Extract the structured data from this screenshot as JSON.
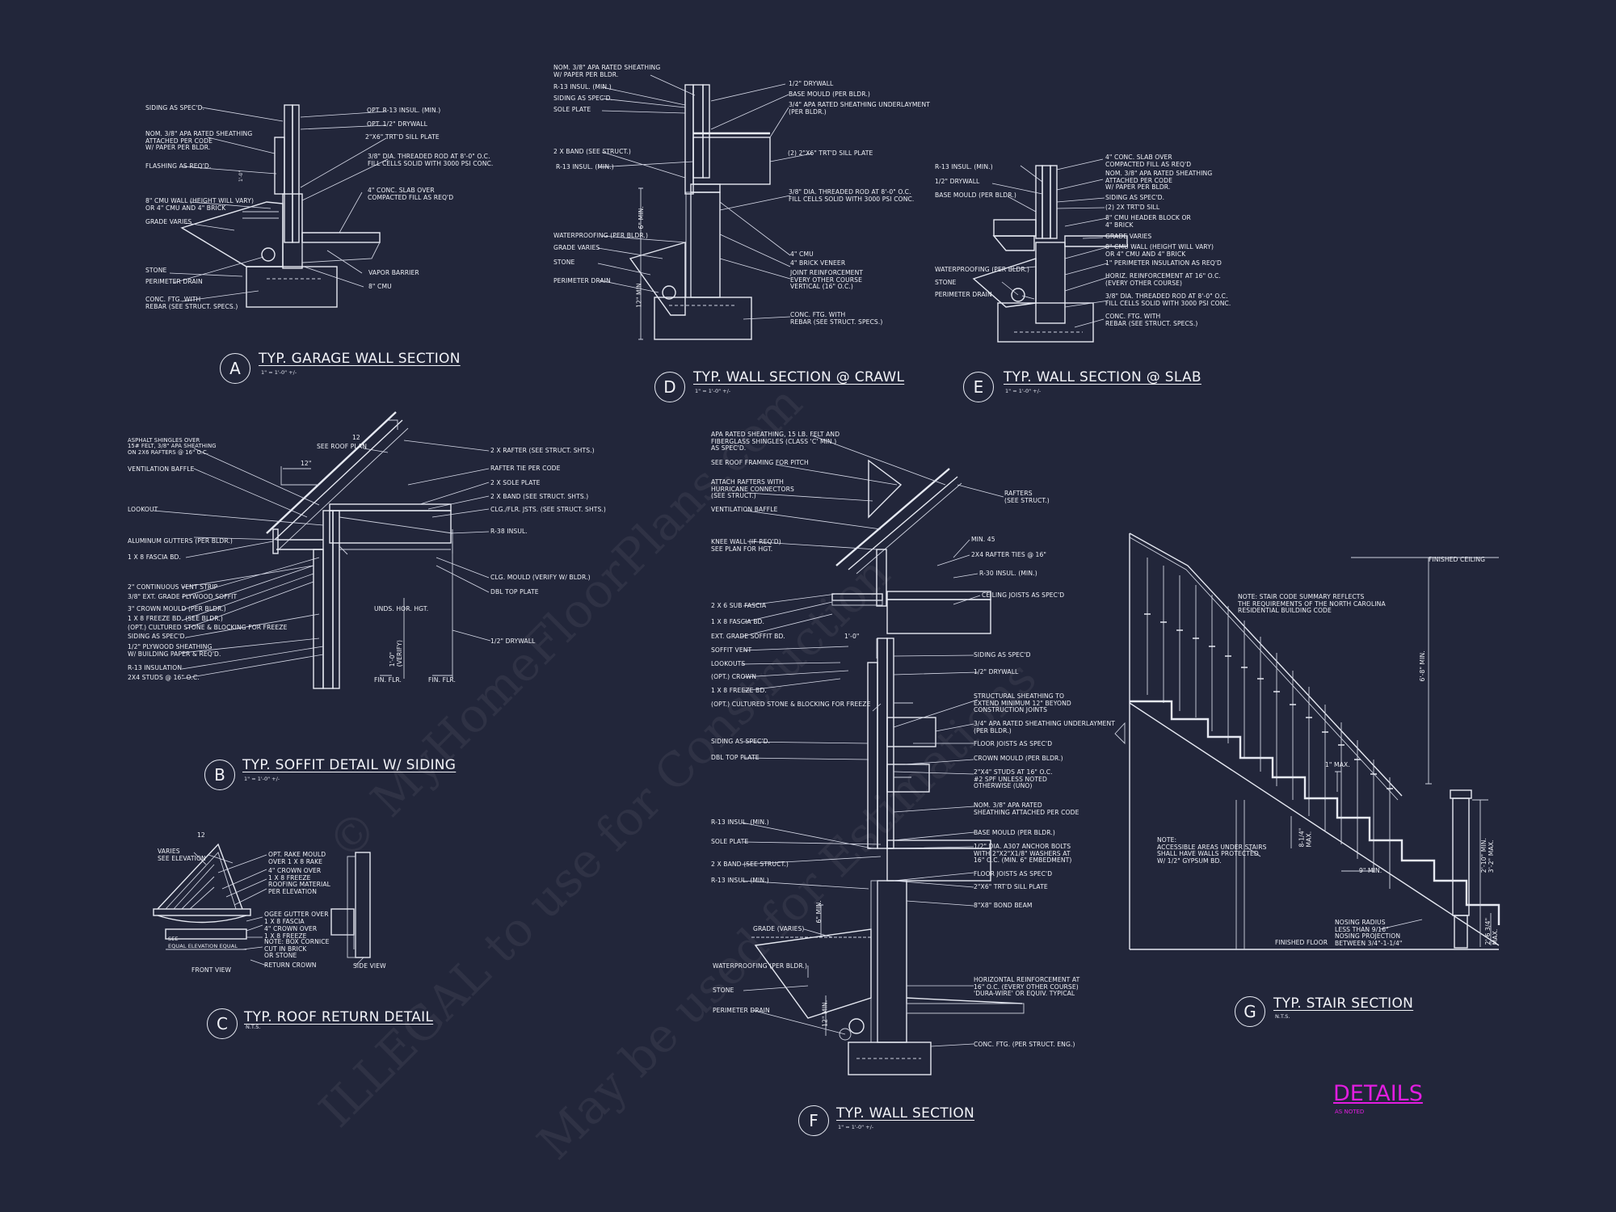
{
  "watermark": {
    "line1": "© MyHomeFloorPlans.com",
    "line2": "ILLEGAL to use for Construction",
    "line3": "May be used for Estimations"
  },
  "sheet": {
    "title": "DETAILS",
    "subtitle": "AS NOTED"
  },
  "details": {
    "a": {
      "letter": "A",
      "title": "TYP. GARAGE WALL SECTION",
      "scale": "1\" = 1'-0\" +/-",
      "notes_left": [
        "SIDING AS SPEC'D.",
        "NOM. 3/8\" APA RATED SHEATHING\nATTACHED PER CODE\nW/ PAPER PER BLDR.",
        "FLASHING AS REQ'D.",
        "8\" CMU WALL (HEIGHT WILL VARY)\nOR 4\" CMU AND 4\" BRICK",
        "GRADE VARIES",
        "STONE",
        "PERIMETER DRAIN",
        "CONC. FTG. WITH\nREBAR (SEE STRUCT. SPECS.)"
      ],
      "notes_right": [
        "OPT. R-13 INSUL. (MIN.)",
        "OPT. 1/2\" DRYWALL",
        "2\"x6\" TRT'D SILL PLATE",
        "3/8\" DIA. THREADED ROD AT 8'-0\" O.C.\nFILL CELLS SOLID WITH 3000 PSI CONC.",
        "4\" CONC. SLAB OVER\nCOMPACTED FILL AS REQ'D",
        "VAPOR BARRIER",
        "8\" CMU"
      ]
    },
    "d": {
      "letter": "D",
      "title": "TYP. WALL SECTION @ CRAWL",
      "scale": "1\" = 1'-0\" +/-",
      "notes_left": [
        "NOM. 3/8\" APA RATED SHEATHING\nW/ PAPER PER BLDR.",
        "R-13 INSUL. (MIN.)",
        "SIDING AS SPEC'D.",
        "SOLE PLATE",
        "2 x BAND (SEE STRUCT.)",
        "R-13 INSUL. (MIN.)",
        "WATERPROOFING (PER BLDR.)",
        "GRADE VARIES",
        "STONE",
        "PERIMETER DRAIN"
      ],
      "notes_right": [
        "1/2\" DRYWALL",
        "BASE MOULD (PER BLDR.)",
        "3/4\" APA RATED SHEATHING UNDERLAYMENT\n(PER BLDR.)",
        "(2) 2\"x6\" TRT'D SILL PLATE",
        "3/8\" DIA. THREADED ROD AT 8'-0\" O.C.\nFILL CELLS SOLID WITH 3000 PSI CONC.",
        "4\" CMU",
        "4\" BRICK VENEER",
        "JOINT REINFORCEMENT\nEVERY OTHER COURSE\nVERTICAL (16\" O.C.)",
        "CONC. FTG. WITH\nREBAR (SEE STRUCT. SPECS.)"
      ],
      "dims": [
        "6\" MIN.",
        "12\" MIN."
      ]
    },
    "e": {
      "letter": "E",
      "title": "TYP. WALL SECTION @ SLAB",
      "scale": "1\" = 1'-0\" +/-",
      "notes_left": [
        "R-13 INSUL. (MIN.)",
        "1/2\" DRYWALL",
        "BASE MOULD (PER BLDR.)",
        "WATERPROOFING (PER BLDR.)",
        "STONE",
        "PERIMETER DRAIN"
      ],
      "notes_right": [
        "4\" CONC. SLAB OVER\nCOMPACTED FILL AS REQ'D",
        "NOM. 3/8\" APA RATED SHEATHING\nATTACHED PER CODE\nW/ PAPER PER BLDR.",
        "SIDING AS SPEC'D.",
        "(2) 2X TRT'D SILL",
        "8\" CMU HEADER BLOCK OR\n4\" BRICK",
        "GRADE VARIES",
        "8\" CMU WALL (HEIGHT WILL VARY)\nOR 4\" CMU AND 4\" BRICK",
        "1\" PERIMETER INSULATION AS REQ'D",
        "HORIZ. REINFORCEMENT AT 16\" O.C.\n(EVERY OTHER COURSE)",
        "3/8\" DIA. THREADED ROD AT 8'-0\" O.C.\nFILL CELLS SOLID WITH 3000 PSI CONC.",
        "CONC. FTG. WITH\nREBAR (SEE STRUCT. SPECS.)"
      ]
    },
    "b": {
      "letter": "B",
      "title": "TYP. SOFFIT DETAIL W/ SIDING",
      "scale": "1\" = 1'-0\" +/-",
      "notes_left": [
        "ASPHALT SHINGLES OVER\n15# FELT, 3/8\" APA SHEATHING\nON 2x6 RAFTERS @ 16\" O.C.",
        "VENTILATION BAFFLE",
        "LOOKOUT",
        "ALUMINUM GUTTERS (PER BLDR.)",
        "1 x 8 FASCIA BD.",
        "2\" CONTINUOUS VENT STRIP",
        "3/8\" EXT. GRADE PLYWOOD SOFFIT",
        "3\" CROWN MOULD (PER BLDR.)",
        "1 X 8 FREEZE BD. (SEE BLDR.)",
        "(OPT.) CULTURED STONE & BLOCKING FOR FREEZE",
        "SIDING AS SPEC'D.",
        "1/2\" PLYWOOD SHEATHING\nW/ BUILDING PAPER & REQ'D.",
        "R-13 INSULATION",
        "2x4 STUDS @ 16\" O.C."
      ],
      "notes_right": [
        "SEE ROOF PLAN",
        "2 X RAFTER (SEE STRUCT. SHTS.)",
        "RAFTER TIE PER CODE",
        "2 X SOLE PLATE",
        "2 X BAND (SEE STRUCT. SHTS.)",
        "CLG./FLR. JSTS. (SEE STRUCT. SHTS.)",
        "R-38 INSUL.",
        "CLG. MOULD (VERIFY W/ BLDR.)",
        "DBL TOP PLATE",
        "1/2\" DRYWALL"
      ],
      "labels": [
        "UNDS. HOR. HGT.",
        "1'-0\"\n(VERIFY)",
        "FIN. FLR.",
        "FIN. FLR.",
        "12",
        "12\""
      ]
    },
    "c": {
      "letter": "C",
      "title": "TYP. ROOF RETURN DETAIL",
      "scale": "N.T.S.",
      "notes": [
        "VARIES\nSEE ELEVATION",
        "OPT. RAKE MOULD\nOVER 1 X 8 RAKE",
        "4\" CROWN OVER\n1 X 8 FREEZE",
        "ROOFING MATERIAL\nPER ELEVATION",
        "OGEE GUTTER OVER\n1 X 8 FASCIA",
        "4\" CROWN OVER\n1 X 8 FREEZE",
        "NOTE: BOX CORNICE\nCUT IN BRICK\nOR STONE",
        "RETURN CROWN",
        "SEE\nEQUAL ELEVATION EQUAL",
        "FRONT VIEW",
        "SIDE VIEW",
        "12"
      ]
    },
    "f": {
      "letter": "F",
      "title": "TYP. WALL SECTION",
      "scale": "1\" = 1'-0\" +/-",
      "notes_left": [
        "APA RATED SHEATHING, 15 LB. FELT AND\nFIBERGLASS SHINGLES (CLASS 'C' MIN.)\nAS SPEC'D.",
        "SEE ROOF FRAMING FOR PITCH",
        "ATTACH RAFTERS WITH\nHURRICANE CONNECTORS\n(SEE STRUCT.)",
        "VENTILATION BAFFLE",
        "KNEE WALL (IF REQ'D)\nSEE PLAN FOR HGT.",
        "2 x 6 SUB FASCIA",
        "1 x 8 FASCIA BD.",
        "EXT. GRADE SOFFIT BD.",
        "SOFFIT VENT",
        "LOOKOUTS",
        "(OPT.) CROWN",
        "1 x 8 FREEZE BD.",
        "(OPT.) CULTURED STONE & BLOCKING FOR FREEZE",
        "SIDING AS SPEC'D.",
        "DBL TOP PLATE",
        "R-13 INSUL. (MIN.)",
        "SOLE PLATE",
        "2 x BAND (SEE STRUCT.)",
        "R-13 INSUL. (MIN.)",
        "GRADE (VARIES)",
        "WATERPROOFING (PER BLDR.)",
        "STONE",
        "PERIMETER DRAIN"
      ],
      "notes_right": [
        "RAFTERS\n(SEE STRUCT.)",
        "MIN. 45",
        "2x4 RAFTER TIES @ 16\"",
        "R-30 INSUL. (MIN.)",
        "CEILING JOISTS AS SPEC'D",
        "SIDING AS SPEC'D",
        "1/2\" DRYWALL",
        "STRUCTURAL SHEATHING TO\nEXTEND MINIMUM 12\" BEYOND\nCONSTRUCTION JOINTS",
        "3/4\" APA RATED SHEATHING UNDERLAYMENT\n(PER BLDR.)",
        "FLOOR JOISTS AS SPEC'D",
        "CROWN MOULD (PER BLDR.)",
        "2\"x4\" STUDS AT 16\" O.C.\n#2 SPF UNLESS NOTED\nOTHERWISE (UNO)",
        "NOM. 3/8\" APA RATED\nSHEATHING ATTACHED PER CODE",
        "BASE MOULD (PER BLDR.)",
        "1/2\" DIA. A307 ANCHOR BOLTS\nWITH 2\"x2\"x1/8\" WASHERS AT\n16\" O.C. (MIN. 6\" EMBEDMENT)",
        "FLOOR JOISTS AS SPEC'D",
        "2\"x6\" TRT'D SILL PLATE",
        "8\"x8\" BOND BEAM",
        "HORIZONTAL REINFORCEMENT AT\n16\" O.C. (EVERY OTHER COURSE)\n'DURA-WIRE' OR EQUIV. TYPICAL",
        "CONC. FTG. (PER STRUCT. ENG.)"
      ],
      "dims": [
        "1'-0\"",
        "6\" MIN.",
        "12\" MIN."
      ]
    },
    "g": {
      "letter": "G",
      "title": "TYP. STAIR SECTION",
      "scale": "N.T.S.",
      "notes": [
        "FINISHED CEILING",
        "NOTE: STAIR CODE SUMMARY REFLECTS\nTHE REQUIREMENTS OF THE NORTH CAROLINA\nRESIDENTIAL BUILDING CODE",
        "NOTE:\nACCESSIBLE AREAS UNDER STAIRS\nSHALL HAVE WALLS PROTECTED\nW/ 1/2\" GYPSUM BD.",
        "FINISHED FLOOR",
        "NOSING RADIUS\nLESS THAN 9/16\"\nNOSING PROJECTION\nBETWEEN 3/4\"-1-1/4\""
      ],
      "dims": [
        "6'-8\" MIN.",
        "1\" MAX.",
        "8-1/4\"\nMAX.",
        "9\" MIN.",
        "2'-10\" MIN.\n3'-2\" MAX.",
        "2'-6 3/4\"\nMAX."
      ]
    }
  }
}
